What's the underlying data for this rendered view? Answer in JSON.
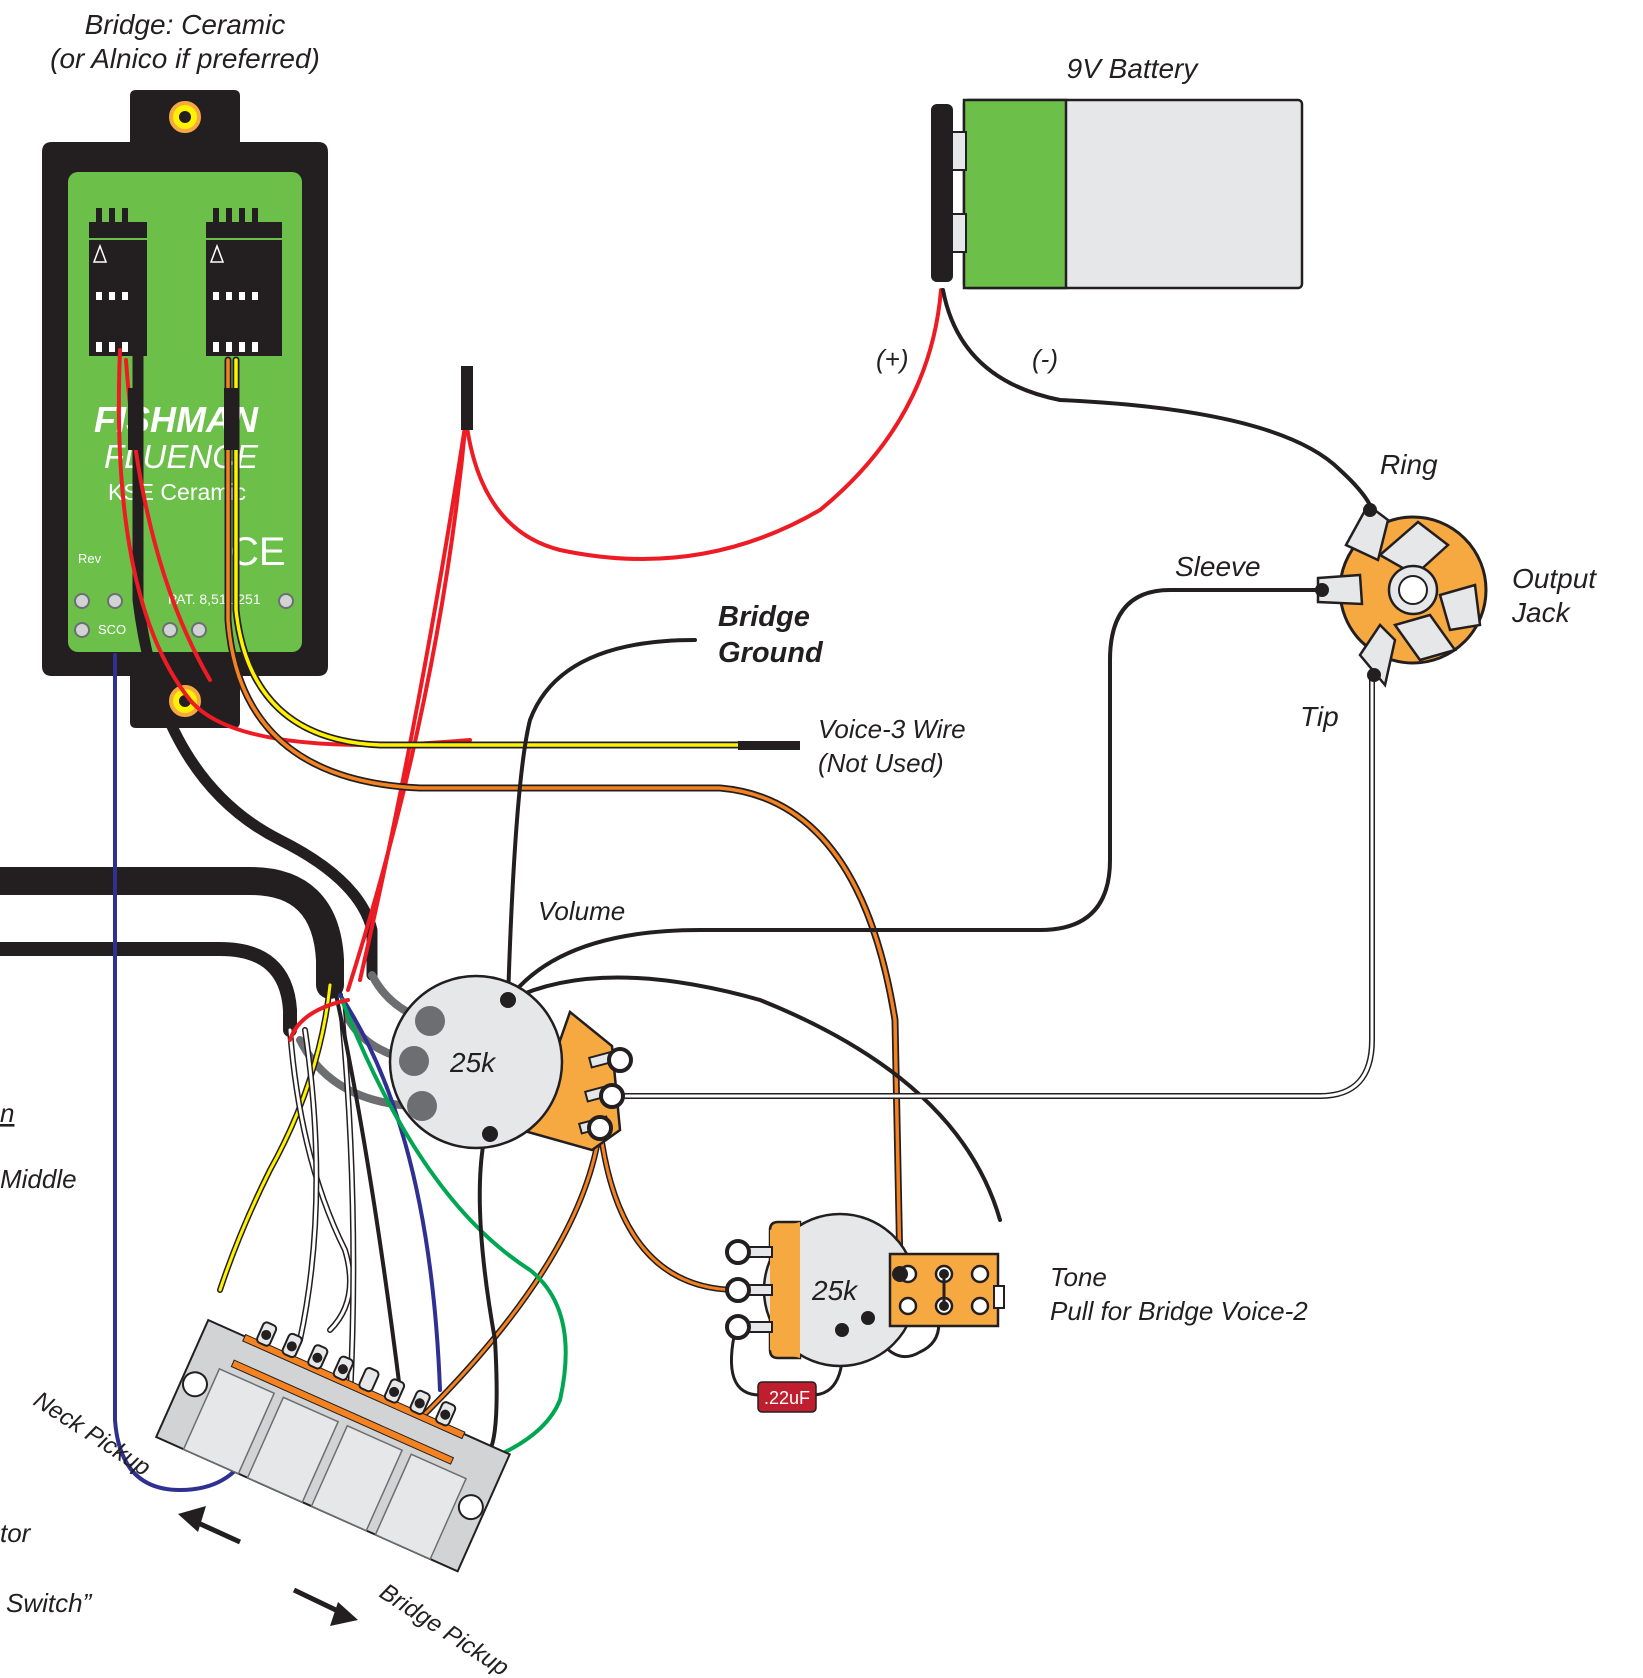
{
  "labels": {
    "pickup_title_1": "Bridge:  Ceramic",
    "pickup_title_2": "(or Alnico if preferred)",
    "battery": "9V Battery",
    "plus": "(+)",
    "minus": "(-)",
    "ring": "Ring",
    "sleeve": "Sleeve",
    "tip": "Tip",
    "output_1": "Output",
    "output_2": "Jack",
    "bridge_ground_1": "Bridge",
    "bridge_ground_2": "Ground",
    "voice3_1": "Voice-3 Wire",
    "voice3_2": "(Not Used)",
    "volume": "Volume",
    "volume_pot": "25k",
    "tone_pot": "25k",
    "tone_1": "Tone",
    "tone_2": "Pull for Bridge Voice-2",
    "capacitor": ".22uF",
    "neck_pickup": "Neck Pickup",
    "bridge_pickup": "Bridge Pickup",
    "left_n": "n",
    "left_middle": "Middle",
    "left_tor": "tor",
    "left_switch": "Switch”"
  },
  "pickup": {
    "brand": "FISHMAN",
    "model": "FLUENCE",
    "type": "KSE Ceramic",
    "mark": "CE",
    "rev": "Rev",
    "patent": "PAT. 8,511,251",
    "sco": "SCO"
  },
  "colors": {
    "pickup_board": "#6cc04a",
    "pickup_housing": "#231f20",
    "battery_green": "#6cc04a",
    "battery_body": "#e6e7e8",
    "jack_orange": "#f7a941",
    "pot_orange": "#f7a941",
    "pot_body": "#e6e7e8",
    "cap_red": "#be1e2d",
    "wire_red": "#ed1c24",
    "wire_black": "#231f20",
    "wire_yellow": "#fff200",
    "wire_orange": "#f58220",
    "wire_blue": "#2e3192",
    "wire_green": "#00a651",
    "wire_white": "#ffffff",
    "wire_gray": "#6d6e71"
  }
}
